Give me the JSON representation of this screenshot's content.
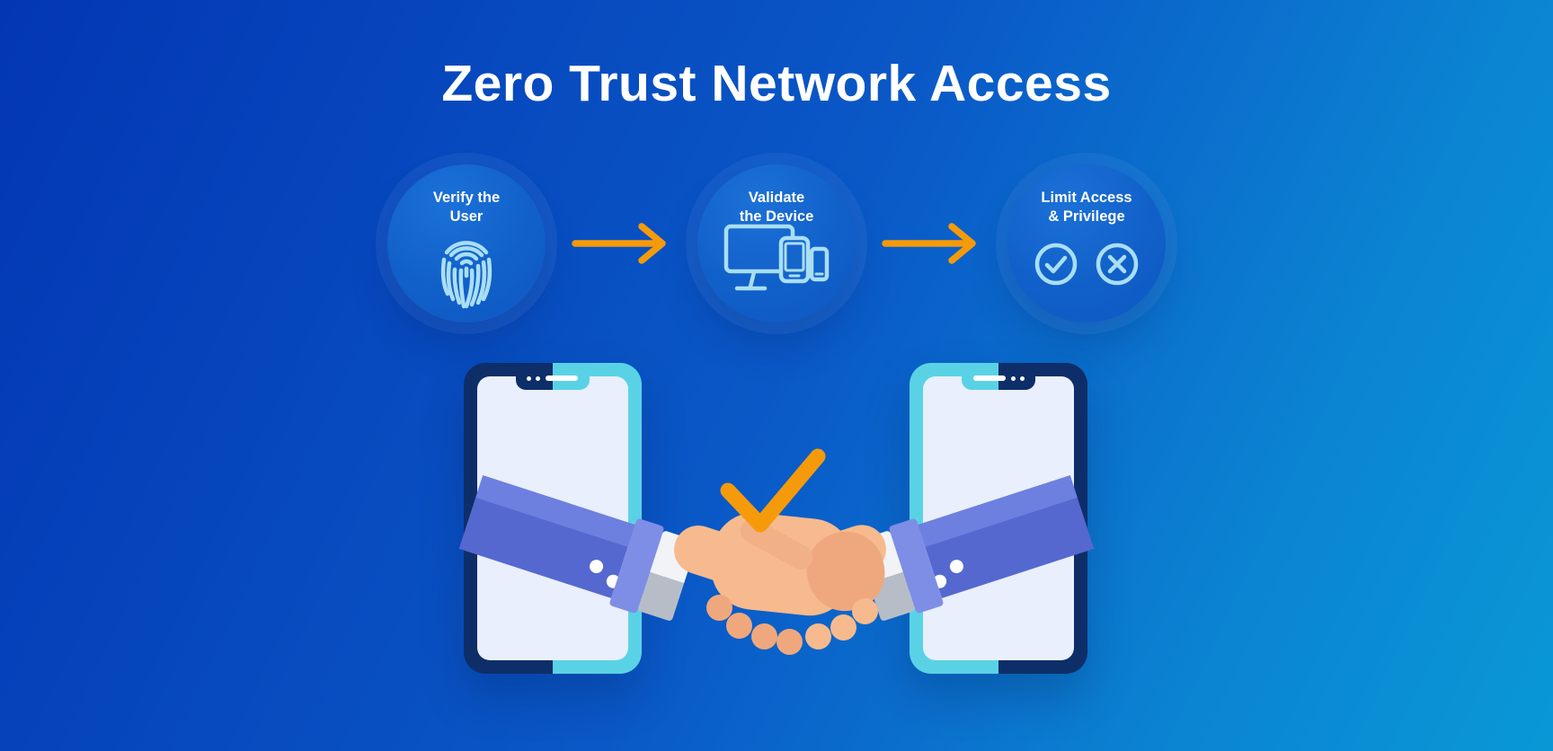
{
  "page": {
    "title": "Zero Trust Network Access"
  },
  "steps": [
    {
      "label_lines": [
        "Verify the",
        "User"
      ],
      "icon": "fingerprint-icon"
    },
    {
      "label_lines": [
        "Validate",
        "the Device"
      ],
      "icon": "devices-icon"
    },
    {
      "label_lines": [
        "Limit Access",
        "& Privilege"
      ],
      "icon": "allow-deny-icons"
    }
  ],
  "flow": {
    "arrows": [
      "right-arrow-icon",
      "right-arrow-icon"
    ]
  },
  "illustration": {
    "elements": [
      "smartphone-left",
      "smartphone-right",
      "handshake",
      "checkmark-icon"
    ]
  },
  "colors": {
    "background_gradient_start": "#0336B3",
    "background_gradient_mid": "#0A58C7",
    "background_gradient_end": "#0998D6",
    "step_circle": "#1465CC",
    "icon_light_blue": "#A9DEF4",
    "accent_orange": "#F59A0B",
    "phone_bezel_navy": "#0E2E69",
    "phone_bezel_cyan": "#5AD2E6",
    "phone_screen": "#E9EFFC",
    "sleeve_blue": "#5568CF",
    "sleeve_highlight": "#6D80E0",
    "cuff_band": "#7E8EE6",
    "cuff_white": "#F2F3F6",
    "cuff_shadow": "#B7BDC7",
    "skin": "#F6BA8E",
    "skin_shadow": "#EFA87D",
    "text_white": "#FFFFFF"
  }
}
